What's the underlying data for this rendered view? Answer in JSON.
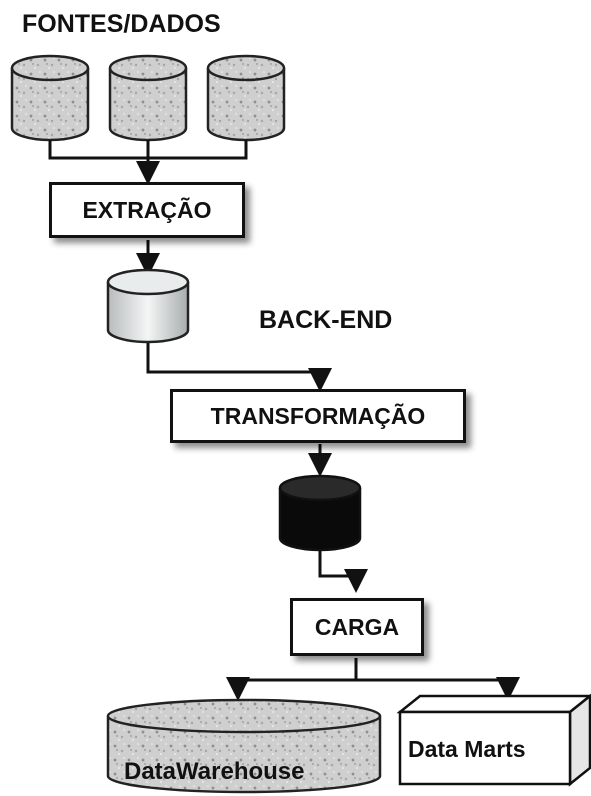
{
  "title": "FONTES/DADOS",
  "backend_label": "BACK-END",
  "steps": {
    "extract": "EXTRAÇÃO",
    "transform": "TRANSFORMAÇÃO",
    "load": "CARGA"
  },
  "targets": {
    "warehouse": "DataWarehouse",
    "marts": "Data Marts"
  },
  "colors": {
    "stroke": "#111111",
    "stage_db_fill": "#d8dcdc",
    "loaded_db_fill": "#0a0a0a",
    "source_db_fill": "#cfcfcf"
  }
}
